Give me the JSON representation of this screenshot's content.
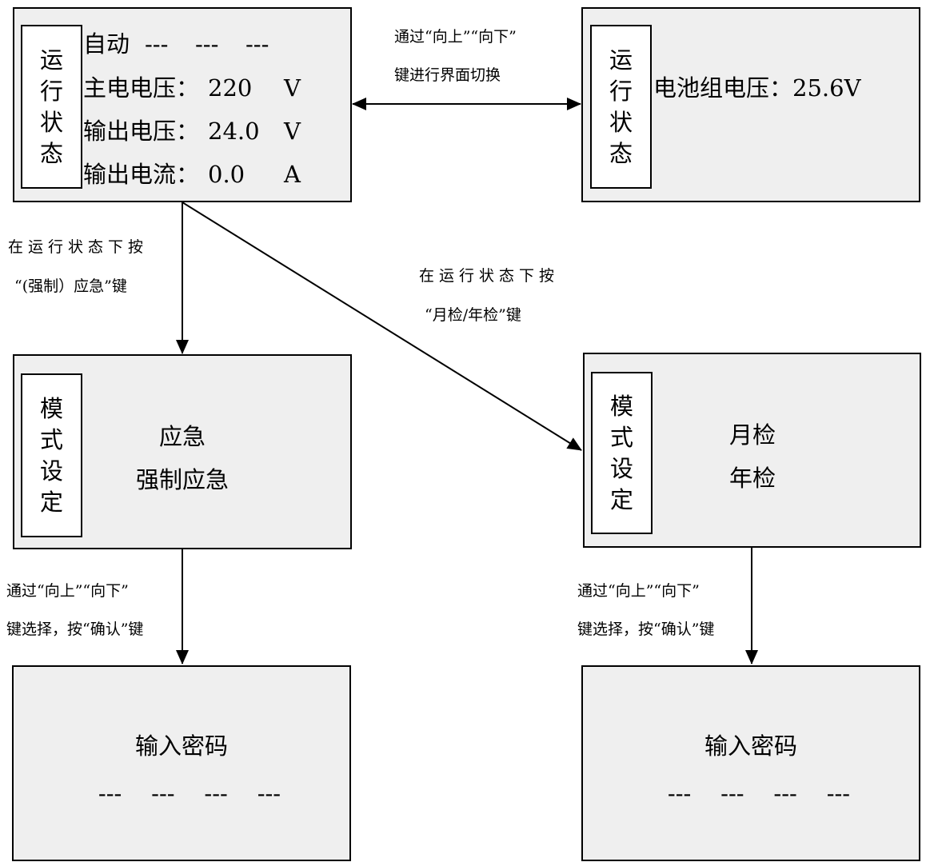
{
  "colors": {
    "box_fill": "#efefef",
    "tag_fill": "#ffffff",
    "stroke": "#000000"
  },
  "run_status_main": {
    "tag": [
      "运",
      "行",
      "状",
      "态"
    ],
    "mode": "自动",
    "mode_dashes": [
      "---",
      "---",
      "---"
    ],
    "rows": [
      {
        "label": "主电电压：",
        "value": "220",
        "unit": "V"
      },
      {
        "label": "输出电压：",
        "value": "24.0",
        "unit": "V"
      },
      {
        "label": "输出电流：",
        "value": "0.0",
        "unit": "A"
      }
    ]
  },
  "run_status_battery": {
    "tag": [
      "运",
      "行",
      "状",
      "态"
    ],
    "text": "电池组电压：25.6V"
  },
  "switch_note": {
    "line1": "通过“向上”“向下”",
    "line2": "键进行界面切换"
  },
  "emergency_note": {
    "line1": "在运行状态下按",
    "line2": "“(强制）应急”键"
  },
  "check_note": {
    "line1": "在运行状态下按",
    "line2": "“月检/年检”键"
  },
  "mode_emergency": {
    "tag": [
      "模",
      "式",
      "设",
      "定"
    ],
    "options": [
      "应急",
      "强制应急"
    ]
  },
  "mode_check": {
    "tag": [
      "模",
      "式",
      "设",
      "定"
    ],
    "options": [
      "月检",
      "年检"
    ]
  },
  "select_note_left": {
    "line1": "通过“向上”“向下”",
    "line2": "键选择，按“确认”键"
  },
  "select_note_right": {
    "line1": "通过“向上”“向下”",
    "line2": "键选择，按“确认”键"
  },
  "password_left": {
    "title": "输入密码",
    "dashes": "---    ---    ---    ---"
  },
  "password_right": {
    "title": "输入密码",
    "dashes": "---    ---    ---    ---"
  }
}
